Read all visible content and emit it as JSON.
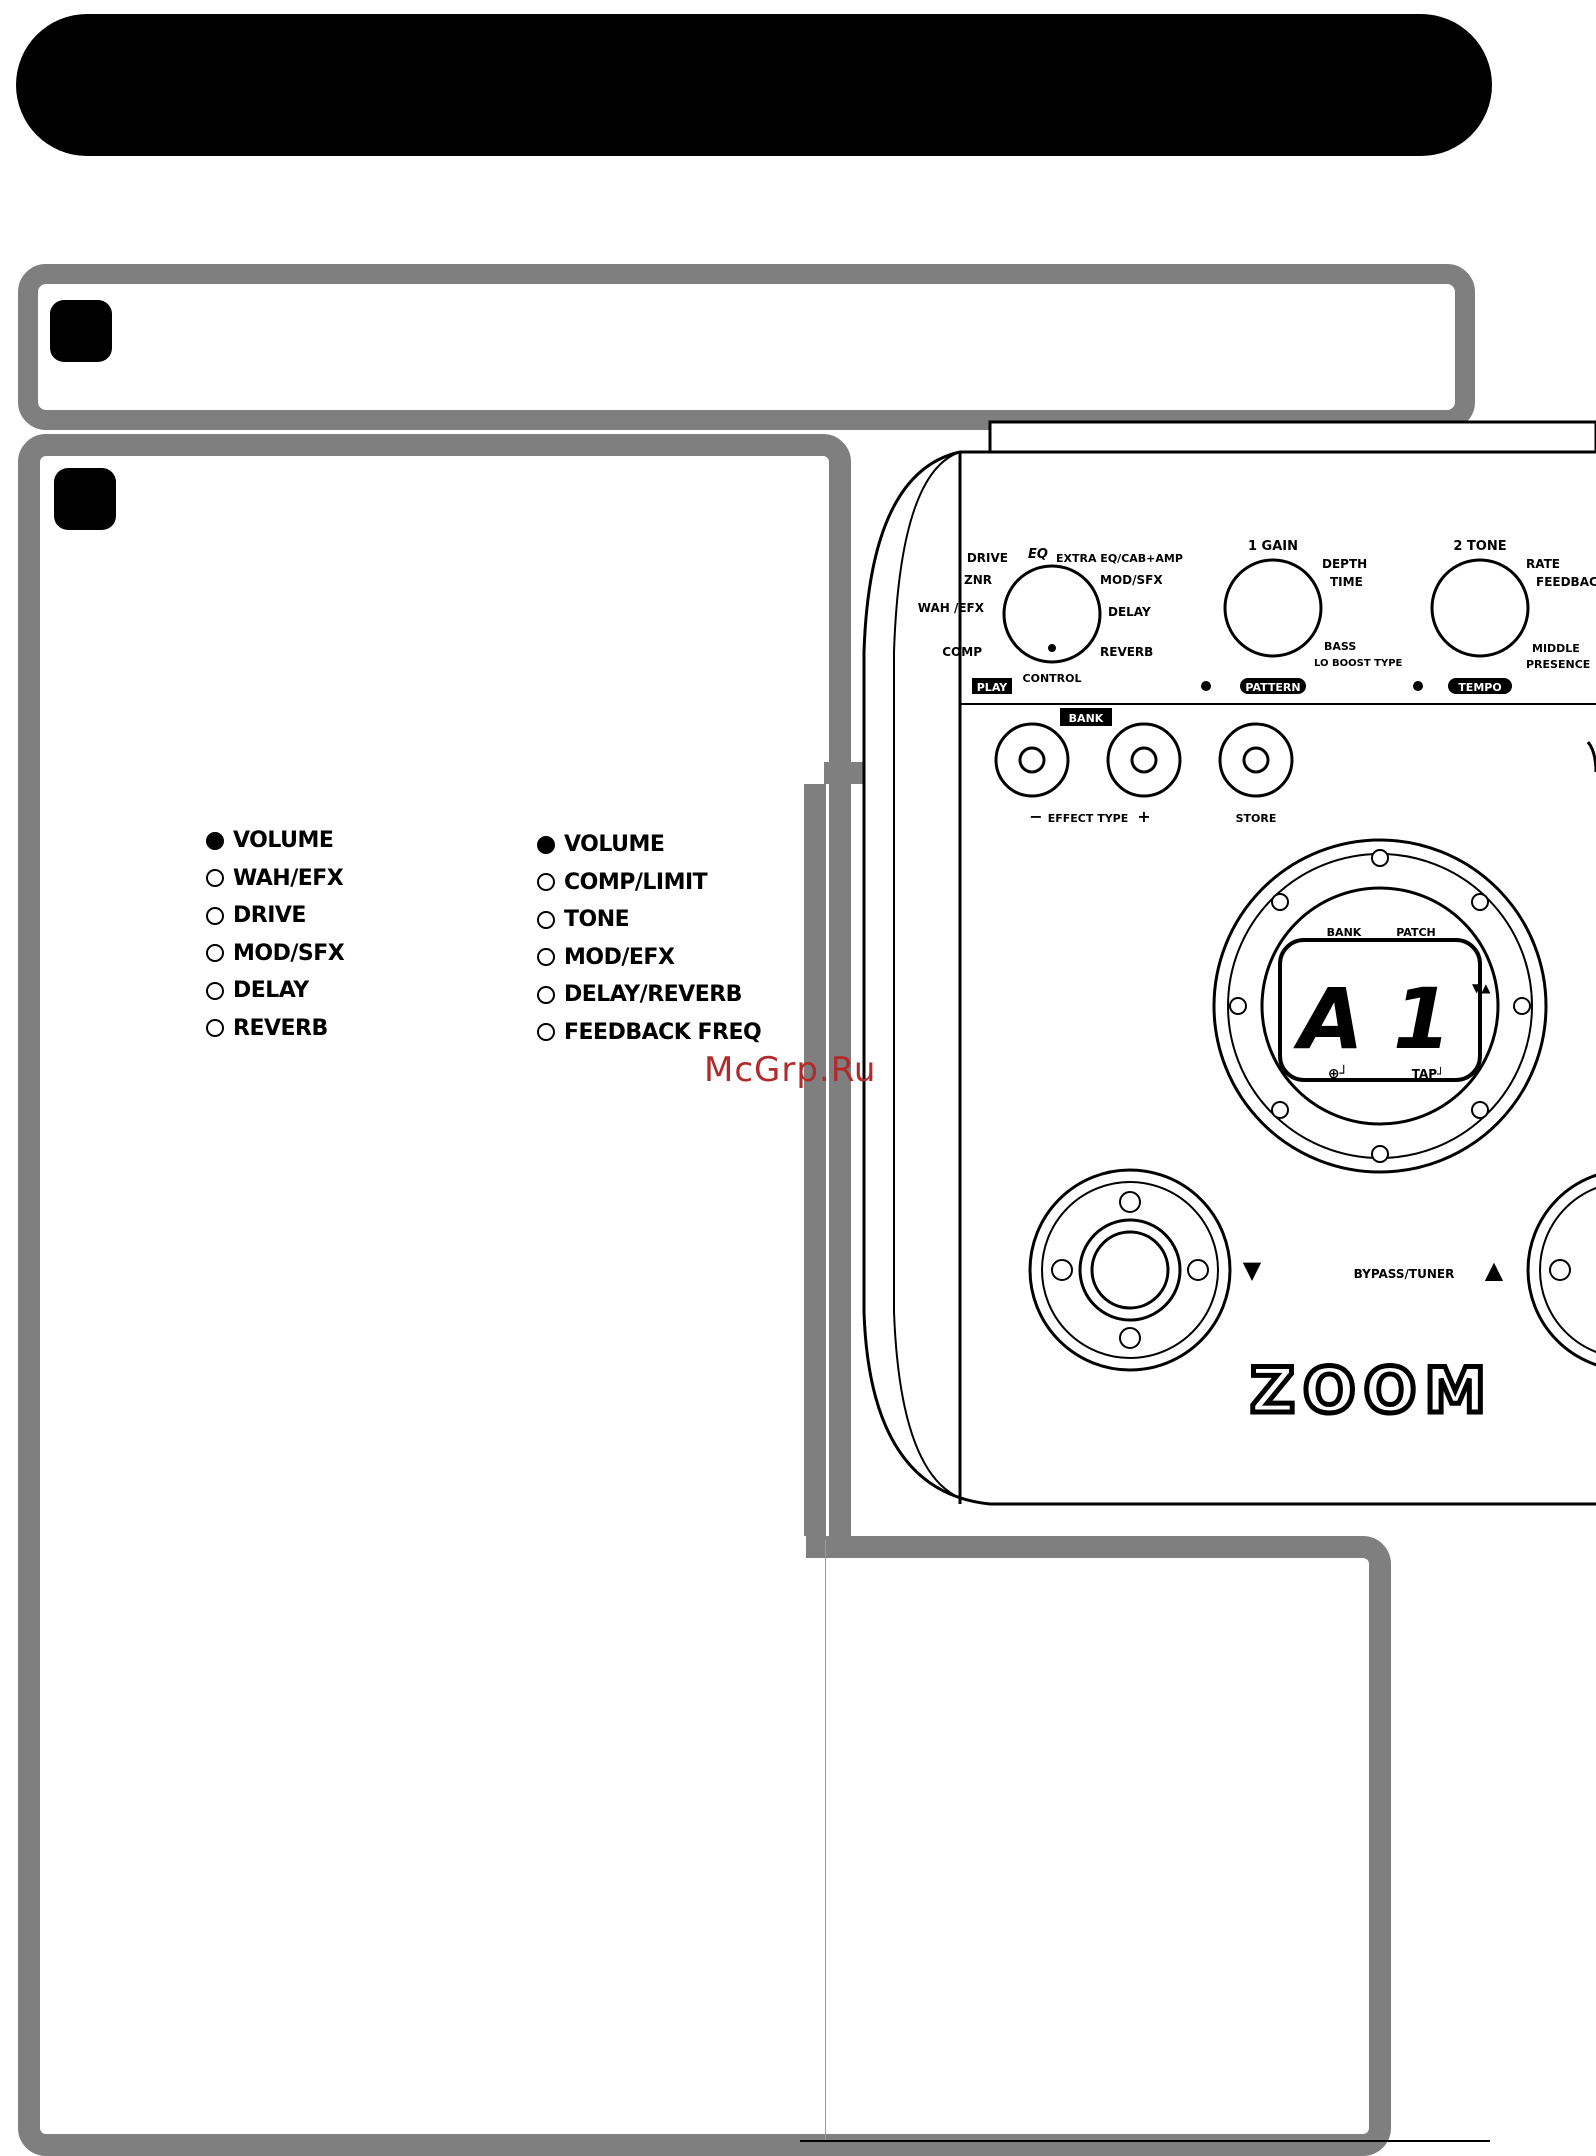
{
  "effect_lists": {
    "left": {
      "items": [
        {
          "label": "VOLUME",
          "selected": true
        },
        {
          "label": "WAH/EFX",
          "selected": false
        },
        {
          "label": "DRIVE",
          "selected": false
        },
        {
          "label": "MOD/SFX",
          "selected": false
        },
        {
          "label": "DELAY",
          "selected": false
        },
        {
          "label": "REVERB",
          "selected": false
        }
      ]
    },
    "right": {
      "items": [
        {
          "label": "VOLUME",
          "selected": true
        },
        {
          "label": "COMP/LIMIT",
          "selected": false
        },
        {
          "label": "TONE",
          "selected": false
        },
        {
          "label": "MOD/EFX",
          "selected": false
        },
        {
          "label": "DELAY/REVERB",
          "selected": false
        },
        {
          "label": "FEEDBACK FREQ",
          "selected": false
        }
      ]
    }
  },
  "device": {
    "module_knob": {
      "label_eq": "EQ",
      "labels": [
        "DRIVE",
        "EXTRA EQ/CAB+AMP",
        "ZNR",
        "MOD/SFX",
        "WAH /EFX",
        "DELAY",
        "COMP",
        "REVERB",
        "CONTROL"
      ],
      "mode_label": "PLAY"
    },
    "knob1": {
      "title": "1 GAIN",
      "labels": [
        "DEPTH",
        "TIME",
        "BASS",
        "LO BOOST TYPE"
      ],
      "mode_label": "PATTERN"
    },
    "knob2": {
      "title": "2 TONE",
      "labels": [
        "RATE",
        "FEEDBACK",
        "MIDDLE",
        "PRESENCE"
      ],
      "mode_label": "TEMPO"
    },
    "bank_label": "BANK",
    "effect_type_label": "EFFECT TYPE",
    "minus_label": "−",
    "plus_label": "+",
    "store_label": "STORE",
    "display": {
      "bank_label": "BANK",
      "patch_label": "PATCH",
      "readout": "A 1",
      "tap_label": "⊕┘",
      "enter_label": "TAP┘"
    },
    "footswitch_label": "BYPASS/TUNER",
    "down_arrow": "▼",
    "up_arrow": "▲",
    "brand": "ZOOM"
  },
  "watermark": "McGrp.Ru",
  "colors": {
    "panel_gray": "#7f7f7f",
    "title_bar": "#000000",
    "watermark": "#b22a2a"
  }
}
